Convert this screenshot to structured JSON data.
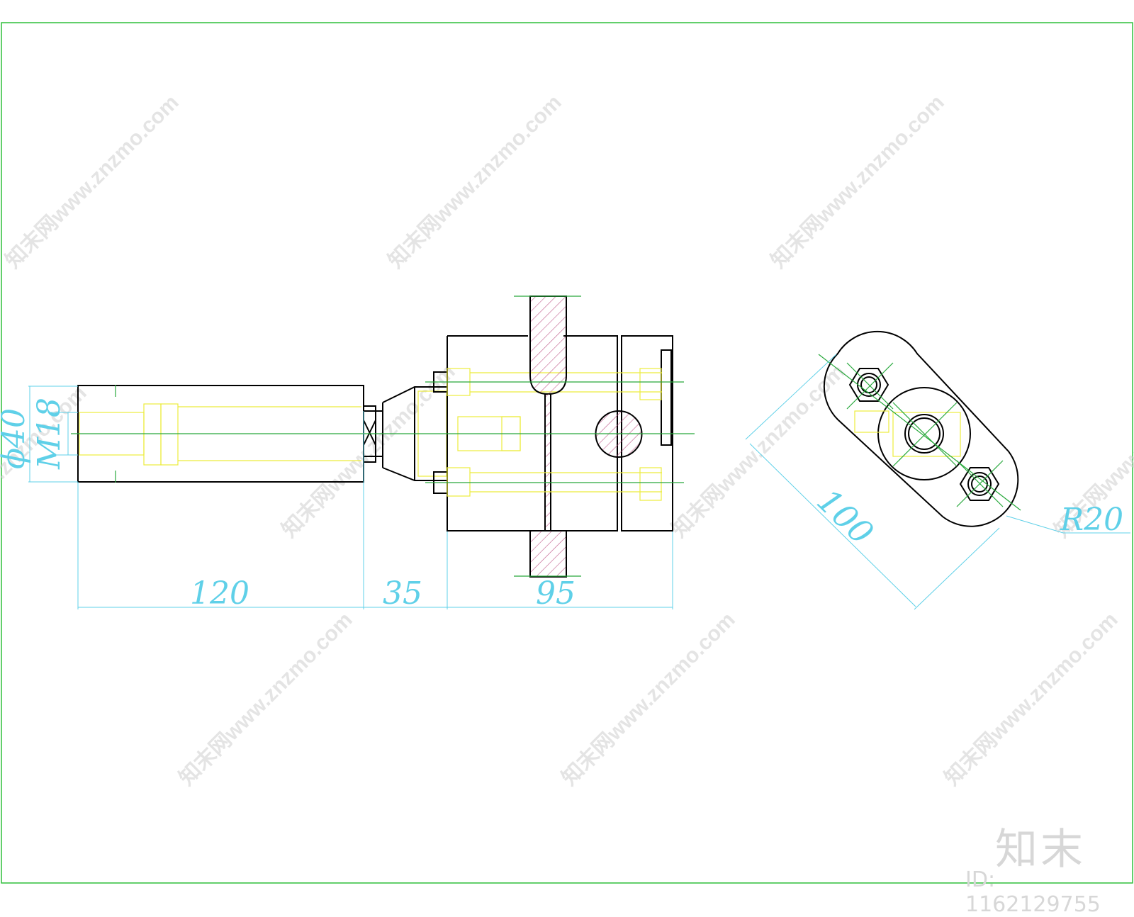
{
  "colors": {
    "frame": "#2fbf3a",
    "outline": "#000000",
    "centerline": "#27a83b",
    "hidden": "#ecec3c",
    "dimension": "#5fd0e8",
    "hatch": "#c05a8a",
    "watermark": "#cfcfcf"
  },
  "dimensions": {
    "dia_40": "ϕ40",
    "m18": "M18",
    "len_120": "120",
    "len_35": "35",
    "len_95": "95",
    "len_100": "100",
    "r20": "R20"
  },
  "watermark": {
    "text": "知末网www.znzmo.com",
    "logo": "知末",
    "id": "ID: 1162129755"
  }
}
